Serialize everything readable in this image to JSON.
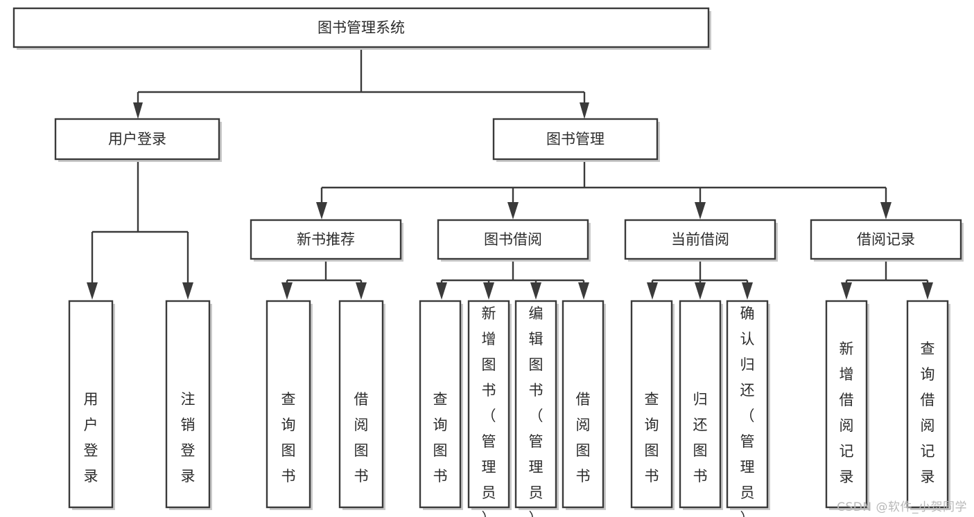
{
  "diagram": {
    "type": "tree",
    "title": "图书管理系统",
    "watermark": "CSDN @软件_小贺同学",
    "colors": {
      "box_stroke": "#3a3a3a",
      "box_fill": "#ffffff",
      "connector": "#3a3a3a",
      "text": "#2b2b2b",
      "watermark": "#b8b8b8",
      "background": "#ffffff"
    },
    "nodes": {
      "root": {
        "label": "图书管理系统"
      },
      "level1": [
        {
          "label": "用户登录"
        },
        {
          "label": "图书管理"
        }
      ],
      "level2": [
        {
          "label": "新书推荐"
        },
        {
          "label": "图书借阅"
        },
        {
          "label": "当前借阅"
        },
        {
          "label": "借阅记录"
        }
      ],
      "leaves_user_login": [
        {
          "label": "用户登录"
        },
        {
          "label": "注销登录"
        }
      ],
      "leaves_new_book": [
        {
          "label": "查询图书"
        },
        {
          "label": "借阅图书"
        }
      ],
      "leaves_borrow": [
        {
          "label": "查询图书"
        },
        {
          "label": "新增图书（管理员）"
        },
        {
          "label": "编辑图书（管理员）"
        },
        {
          "label": "借阅图书"
        }
      ],
      "leaves_current": [
        {
          "label": "查询图书"
        },
        {
          "label": "归还图书"
        },
        {
          "label": "确认归还（管理员）"
        }
      ],
      "leaves_record": [
        {
          "label": "新增借阅记录"
        },
        {
          "label": "查询借阅记录"
        }
      ]
    }
  }
}
